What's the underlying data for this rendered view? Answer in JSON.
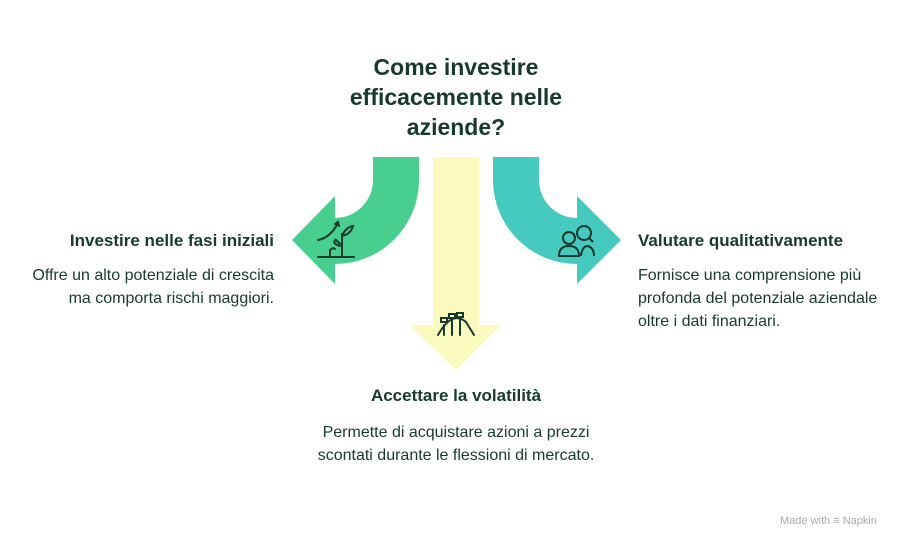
{
  "title": "Come investire efficacemente nelle aziende?",
  "options": [
    {
      "heading": "Investire nelle fasi iniziali",
      "text": "Offre un alto potenziale di crescita ma comporta rischi maggiori.",
      "icon": "plant-growth-icon",
      "color": "#48CF8F"
    },
    {
      "heading": "Accettare la volatilità",
      "text": "Permette di acquistare azioni a prezzi scontati durante le flessioni di mercato.",
      "icon": "roller-coaster-icon",
      "color": "#FAF9BE"
    },
    {
      "heading": "Valutare qualitativamente",
      "text": "Fornisce una comprensione più profonda del potenziale aziendale oltre i dati finanziari.",
      "icon": "people-search-icon",
      "color": "#46C9BE"
    }
  ],
  "footer": {
    "made_with": "Made with",
    "brand": "Napkin"
  }
}
